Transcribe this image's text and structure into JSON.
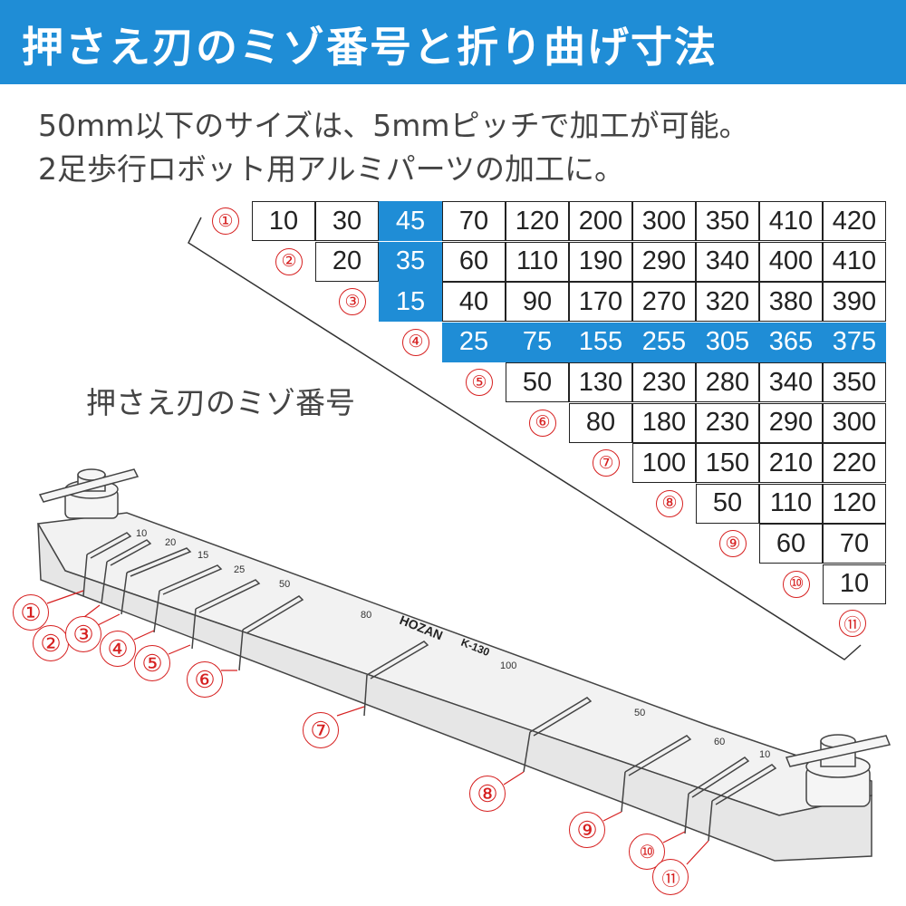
{
  "title": "押さえ刃のミゾ番号と折り曲げ寸法",
  "description": [
    "50mm以下のサイズは、5mmピッチで加工が可能。",
    "2足歩行ロボット用アルミパーツの加工に。"
  ],
  "groove_label": "押さえ刃のミゾ番号",
  "table": {
    "row_labels": [
      "①",
      "②",
      "③",
      "④",
      "⑤",
      "⑥",
      "⑦",
      "⑧",
      "⑨",
      "⑩",
      "⑪"
    ],
    "rows": [
      [
        "10",
        "30",
        "45",
        "70",
        "120",
        "200",
        "300",
        "350",
        "410",
        "420"
      ],
      [
        "20",
        "35",
        "60",
        "110",
        "190",
        "290",
        "340",
        "400",
        "410"
      ],
      [
        "15",
        "40",
        "90",
        "170",
        "270",
        "320",
        "380",
        "390"
      ],
      [
        "25",
        "75",
        "155",
        "255",
        "305",
        "365",
        "375"
      ],
      [
        "50",
        "130",
        "230",
        "280",
        "340",
        "350"
      ],
      [
        "80",
        "180",
        "230",
        "290",
        "300"
      ],
      [
        "100",
        "150",
        "210",
        "220"
      ],
      [
        "50",
        "110",
        "120"
      ],
      [
        "60",
        "70"
      ],
      [
        "10"
      ]
    ],
    "highlight_color": "#1f8dd6"
  },
  "tool": {
    "brand": "HOZAN",
    "model": "K-130",
    "scale_marks": [
      "10",
      "20",
      "15",
      "25",
      "50",
      "80",
      "100",
      "50",
      "60",
      "10"
    ],
    "callouts": [
      "①",
      "②",
      "③",
      "④",
      "⑤",
      "⑥",
      "⑦",
      "⑧",
      "⑨",
      "⑩",
      "⑪"
    ]
  },
  "colors": {
    "banner": "#1f8dd6",
    "callout": "#d62020"
  }
}
